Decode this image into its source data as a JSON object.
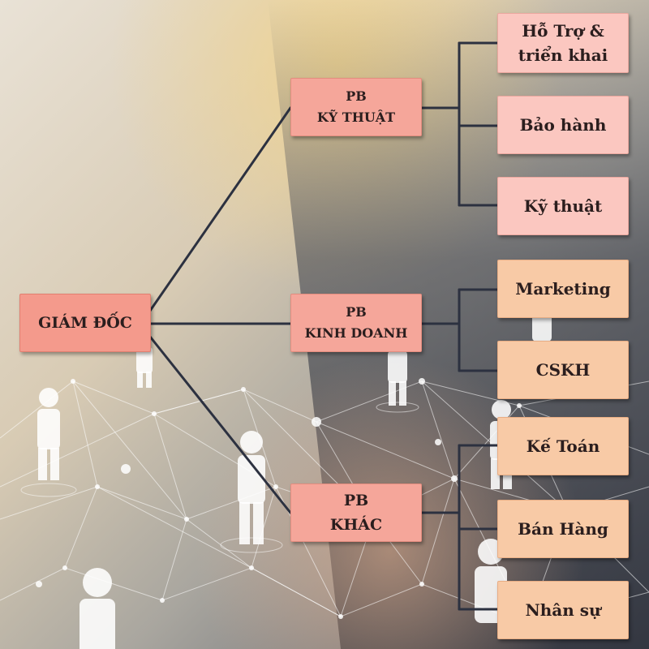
{
  "root": {
    "label": "GIÁM ĐỐC"
  },
  "departments": [
    {
      "line1": "PB",
      "line2": "KỸ THUẬT",
      "children": [
        {
          "lines": [
            "Hỗ Trợ &",
            "triển khai"
          ]
        },
        {
          "lines": [
            "Bảo hành"
          ]
        },
        {
          "lines": [
            "Kỹ thuật"
          ]
        }
      ]
    },
    {
      "line1": "PB",
      "line2": "KINH DOANH",
      "children": [
        {
          "lines": [
            "Marketing"
          ]
        },
        {
          "lines": [
            "CSKH"
          ]
        }
      ]
    },
    {
      "line1": "PB",
      "line2": "KHÁC",
      "children": [
        {
          "lines": [
            "Kế Toán"
          ]
        },
        {
          "lines": [
            "Bán Hàng"
          ]
        },
        {
          "lines": [
            "Nhân sự"
          ]
        }
      ]
    }
  ],
  "colors": {
    "root_fill": "#f49a8c",
    "dept_fill": "#f5a69a",
    "leaf_pink_fill": "#fbc7c0",
    "leaf_peach_fill": "#f8caa6",
    "connector": "#2c3140"
  }
}
